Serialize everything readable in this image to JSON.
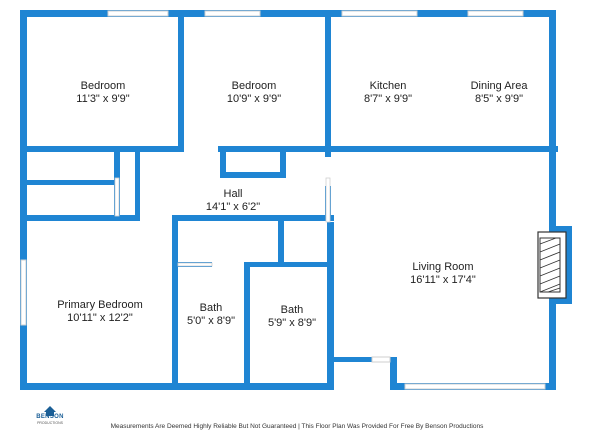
{
  "colors": {
    "wall": "#1f85d3",
    "window": "#cfcfcf",
    "text": "#222222"
  },
  "rooms": [
    {
      "name": "Bedroom",
      "dims": "11'3\" x 9'9\""
    },
    {
      "name": "Bedroom",
      "dims": "10'9\" x 9'9\""
    },
    {
      "name": "Kitchen",
      "dims": "8'7\" x 9'9\""
    },
    {
      "name": "Dining Area",
      "dims": "8'5\" x 9'9\""
    },
    {
      "name": "Hall",
      "dims": "14'1\" x 6'2\""
    },
    {
      "name": "Living Room",
      "dims": "16'11\" x 17'4\""
    },
    {
      "name": "Primary Bedroom",
      "dims": "10'11\" x 12'2\""
    },
    {
      "name": "Bath",
      "dims": "5'0\" x 8'9\""
    },
    {
      "name": "Bath",
      "dims": "5'9\" x 8'9\""
    }
  ],
  "brand": {
    "name": "BENSON",
    "tagline": "PRODUCTIONS"
  },
  "footer": "Measurements Are Deemed Highly Reliable But Not Guaranteed | This Floor Plan Was Provided For Free By Benson Productions"
}
